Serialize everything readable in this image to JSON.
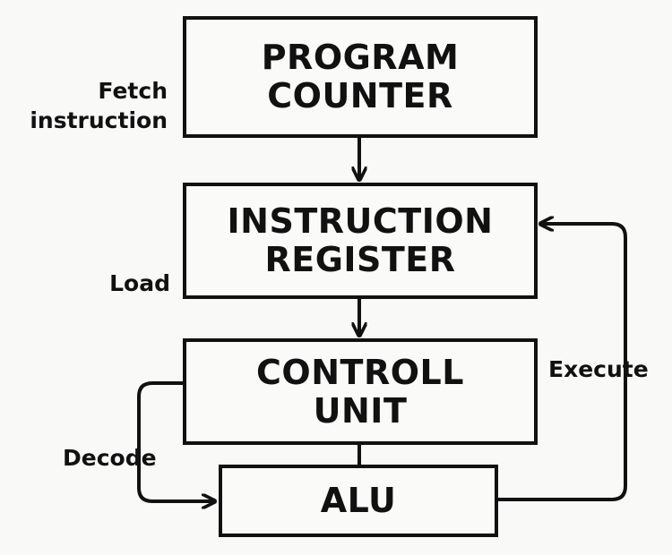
{
  "diagram": {
    "boxes": {
      "program_counter": {
        "line1": "PROGRAM",
        "line2": "COUNTER"
      },
      "instruction_register": {
        "line1": "INSTRUCTION",
        "line2": "REGISTER"
      },
      "control_unit": {
        "line1": "CONTROLL",
        "line2": "UNIT"
      },
      "alu": {
        "label": "ALU"
      }
    },
    "edge_labels": {
      "fetch": {
        "line1": "Fetch",
        "line2": "instruction"
      },
      "load": "Load",
      "execute": "Execute",
      "decode": "Decode"
    },
    "colors": {
      "stroke": "#111111",
      "background": "#f9f9f7"
    }
  }
}
